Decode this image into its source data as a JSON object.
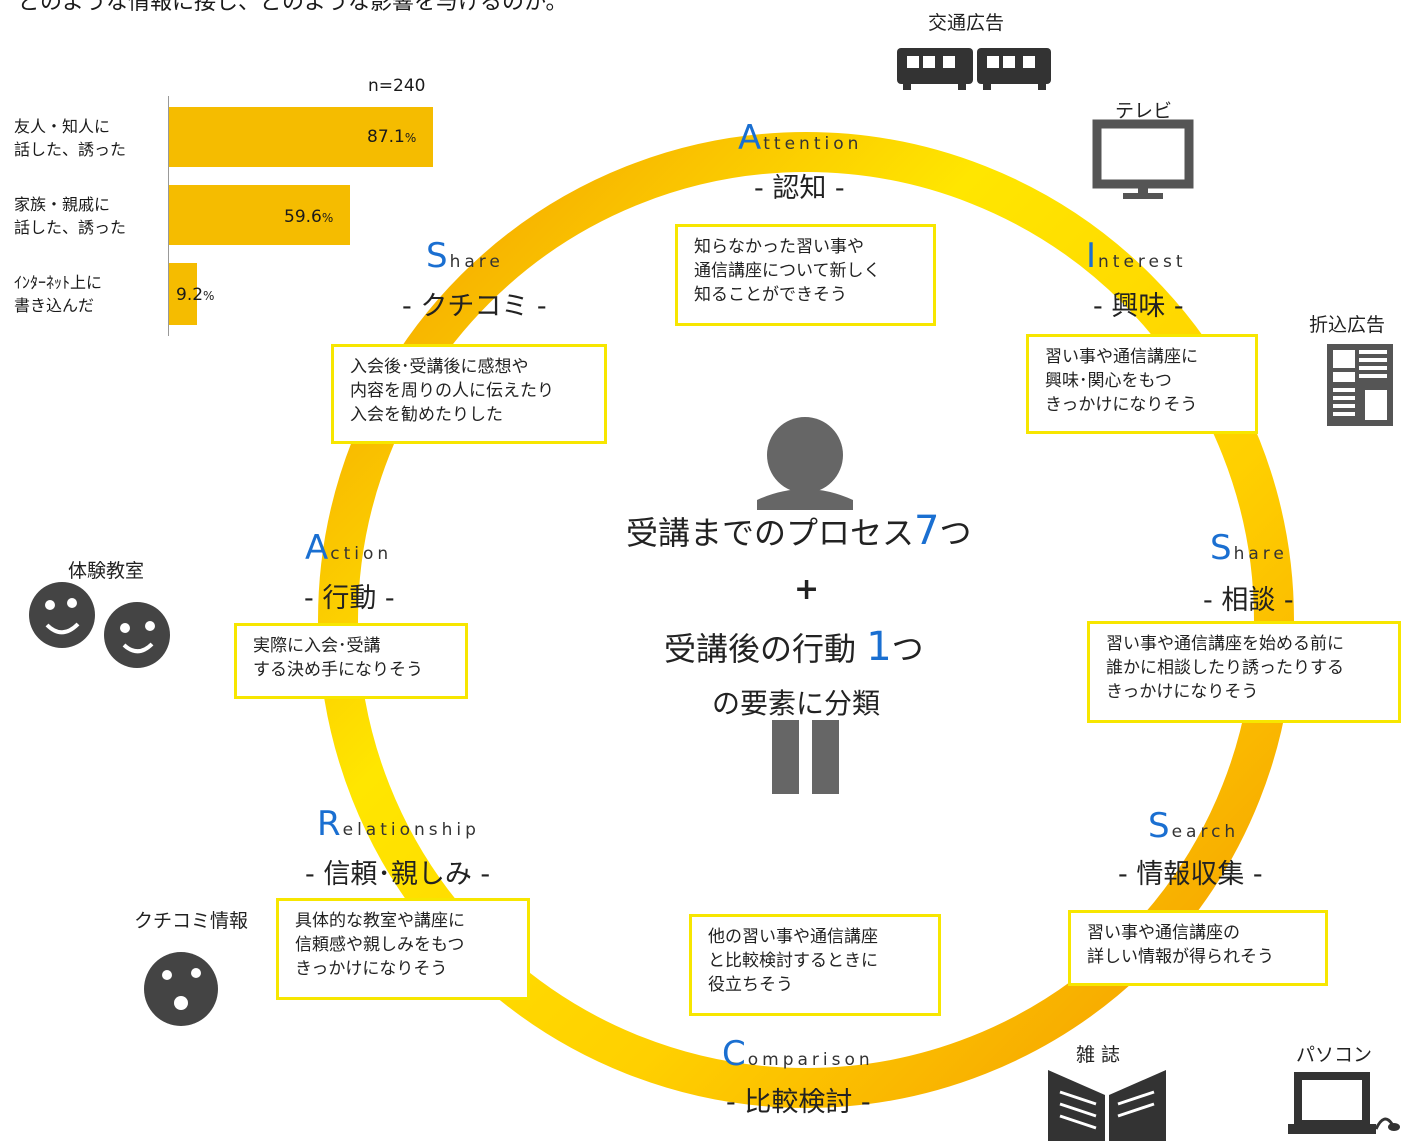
{
  "intro_text": "どのような情報に接し、どのような影響を与けるのか。",
  "bar_chart": {
    "n_label": "n=240",
    "items": [
      {
        "label_line1": "友人・知人に",
        "label_line2": "話した、誘った",
        "value": "87.1",
        "unit": "%"
      },
      {
        "label_line1": "家族・親戚に",
        "label_line2": "話した、誘った",
        "value": "59.6",
        "unit": "%"
      },
      {
        "label_line1": "ｲﾝﾀｰﾈｯﾄ上に",
        "label_line2": "書き込んだ",
        "value": "9.2",
        "unit": "%"
      }
    ]
  },
  "chart_data": {
    "type": "bar",
    "categories": [
      "友人・知人に話した、誘った",
      "家族・親戚に話した、誘った",
      "ｲﾝﾀｰﾈｯﾄ上に書き込んだ"
    ],
    "values": [
      87.1,
      59.6,
      9.2
    ],
    "n": "n=240",
    "orientation": "horizontal",
    "xlim": [
      0,
      100
    ],
    "bar_color": "#f5bc00"
  },
  "stages": {
    "attention": {
      "cap": "A",
      "rest": "ttention",
      "ja": "- 認知 -",
      "box": [
        "知らなかった習い事や",
        "通信講座について新しく",
        "知ることができそう"
      ]
    },
    "interest": {
      "cap": "I",
      "rest": "nterest",
      "ja": "- 興味 -",
      "box": [
        "習い事や通信講座に",
        "興味･関心をもつ",
        "きっかけになりそう"
      ]
    },
    "share_consult": {
      "cap": "S",
      "rest": "hare",
      "ja": "- 相談 -",
      "box": [
        "習い事や通信講座を始める前に",
        "誰かに相談したり誘ったりする",
        "きっかけになりそう"
      ]
    },
    "search": {
      "cap": "S",
      "rest": "earch",
      "ja": "- 情報収集 -",
      "box": [
        "習い事や通信講座の",
        "詳しい情報が得られそう"
      ]
    },
    "comparison": {
      "cap": "C",
      "rest": "omparison",
      "ja": "- 比較検討 -",
      "box": [
        "他の習い事や通信講座",
        "と比較検討するときに",
        "役立ちそう"
      ]
    },
    "relationship": {
      "cap": "R",
      "rest": "elationship",
      "ja": "- 信頼･親しみ -",
      "box": [
        "具体的な教室や講座に",
        "信頼感や親しみをもつ",
        "きっかけになりそう"
      ]
    },
    "action": {
      "cap": "A",
      "rest": "ction",
      "ja": "- 行動 -",
      "box": [
        "実際に入会･受講",
        "する決め手になりそう"
      ]
    },
    "share_kuchikomi": {
      "cap": "S",
      "rest": "hare",
      "ja": "- クチコミ -",
      "box": [
        "入会後･受講後に感想や",
        "内容を周りの人に伝えたり",
        "入会を勧めたりした"
      ]
    }
  },
  "center": {
    "line1_pre": "受講までのプロセス",
    "line1_num": "7",
    "line1_post": "つ",
    "plus": "+",
    "line2_pre": "受講後の行動 ",
    "line2_num": "1",
    "line2_post": "つ",
    "line3": "の要素に分類"
  },
  "media": {
    "transit": "交通広告",
    "tv": "テレビ",
    "flyer": "折込広告",
    "trial": "体験教室",
    "kuchikomi": "クチコミ情報",
    "magazine": "雑 誌",
    "pc": "パソコン"
  },
  "colors": {
    "accent_blue": "#1a6fd1",
    "ring_yellow": "#ffe600",
    "ring_orange": "#f39800",
    "box_border": "#f7e600",
    "icon_gray": "#555555"
  }
}
